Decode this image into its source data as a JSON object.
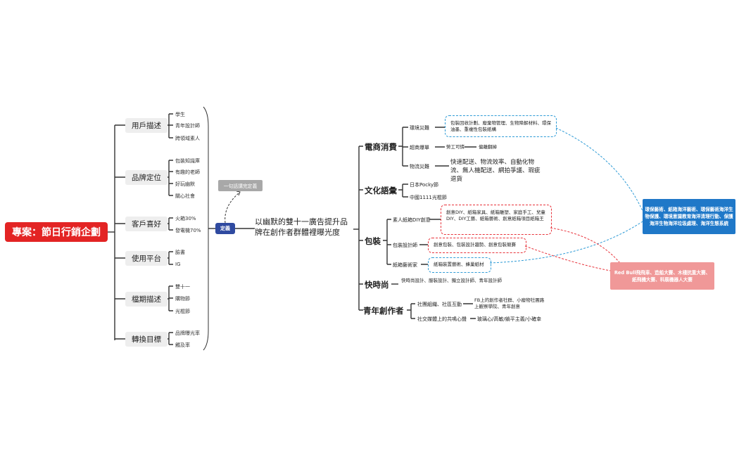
{
  "root": {
    "title": "專案：節日行銷企劃"
  },
  "left_branches": [
    {
      "label": "用戶描述",
      "items": [
        "學生",
        "青年設計師",
        "跨領域素人"
      ]
    },
    {
      "label": "品牌定位",
      "items": [
        "包裝知識庫",
        "有趣的老師",
        "好玩幽默",
        "關心社會"
      ]
    },
    {
      "label": "客戶喜好",
      "items": [
        "火箱30%",
        "發電機70%"
      ]
    },
    {
      "label": "使用平台",
      "items": [
        "臉書",
        "IG"
      ]
    },
    {
      "label": "檔期描述",
      "items": [
        "雙十一",
        "購物節",
        "光棍節"
      ]
    },
    {
      "label": "轉換目標",
      "items": [
        "品牌曝光率",
        "觸及率"
      ]
    }
  ],
  "definition": {
    "tag": "定義",
    "note": "一句話講完定義"
  },
  "center": {
    "text": "以幽默的雙十一廣告提升品牌在創作者群體裡曝光度"
  },
  "right": {
    "ecommerce": {
      "label": "電商消費",
      "env": {
        "label": "環境災難",
        "detail": "包裝回收計劃、廢棄物管理、生物降解材料、環保油墨、重複性包裝紙構"
      },
      "overbuy": {
        "label": "超商爆單",
        "a": "勞工可憐",
        "b": "偏離翻掉"
      },
      "logistics": {
        "label": "物流災難",
        "detail": "快速配送、物流效率、自動化物流、無人機配送、網拍爭議、瑕疵退貨"
      }
    },
    "culture": {
      "label": "文化語彙",
      "items": [
        "日本Pocky節",
        "中國1111光棍節"
      ]
    },
    "packaging": {
      "label": "包裝",
      "diy": {
        "label": "素人紙箱DIY創意",
        "detail": "創意DIY、紙箱家具、紙箱雕塑、家庭手工、兒童DIY、DIY工藝、紙箱藝術、創意紙箱項目紙箱王"
      },
      "design": {
        "label": "包裝設計師",
        "detail": "創意包裝、包裝設計趨勢、創意包裝競賽"
      },
      "artist": {
        "label": "紙箱藝術家",
        "detail": "紙箱裝置藝術、蜂巢紙材"
      }
    },
    "fashion": {
      "label": "快時尚",
      "detail": "快時尚設計、服裝設計、獨立設計師、青年設計師"
    },
    "creators": {
      "label": "青年創作者",
      "a_label": "社團組織、社區互動",
      "a_detail": "FB上的創作者社群、小廢物社團路上觀察學院、青年創意",
      "b_label": "社交媒體上的共鳴心聲",
      "b_detail": "玻璃心/高敏/躺平主義/小確幸"
    }
  },
  "callouts": {
    "blue": "環保藝術、紙箱海洋藝術、環保藝術海洋生物保護、環境意識教育海洋清理行動、保護海洋生物海洋垃圾處理、海洋生態系統",
    "pink": "Red Bull飛飛車、造船大賽、木棧抗重大賽、紙飛機大賽、科展機器人大賽"
  },
  "colors": {
    "root": "#e32424",
    "blue": "#2e9bd6",
    "red": "#e8323a",
    "definition": "#2f4aa0"
  }
}
